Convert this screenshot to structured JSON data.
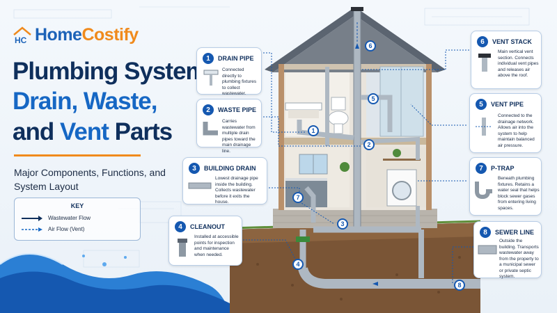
{
  "brand": {
    "name_part1": "Home",
    "name_part2": "Costify",
    "logo_letters": "HC"
  },
  "title": {
    "line1": "Plumbing System",
    "line2": "Drain, Waste,",
    "line3_a": "and ",
    "line3_b": "Vent",
    "line3_c": " Parts"
  },
  "subtitle": "Major Components, Functions, and System Layout",
  "key": {
    "title": "KEY",
    "items": [
      {
        "label": "Wastewater Flow"
      },
      {
        "label": "Air Flow (Vent)"
      }
    ]
  },
  "components": [
    {
      "num": "1",
      "title": "DRAIN PIPE",
      "desc": "Connected directly to plumbing fixtures to collect wastewater.",
      "icon": "sink-drain-icon"
    },
    {
      "num": "2",
      "title": "WASTE PIPE",
      "desc": "Carries wastewater from multiple drain pipes toward the main drainage line.",
      "icon": "elbow-pipe-icon"
    },
    {
      "num": "3",
      "title": "BUILDING DRAIN",
      "desc": "Lowest drainage pipe inside the building. Collects wastewater before it exits the house.",
      "icon": "horizontal-pipe-icon"
    },
    {
      "num": "4",
      "title": "CLEANOUT",
      "desc": "Installed at accessible points for inspection and maintenance when needed.",
      "icon": "cleanout-plug-icon"
    },
    {
      "num": "5",
      "title": "VENT PIPE",
      "desc": "Connected to the drainage network. Allows air into the system to help maintain balanced air pressure.",
      "icon": "vent-pipe-icon"
    },
    {
      "num": "6",
      "title": "VENT STACK",
      "desc": "Main vertical vent section. Connects individual vent pipes and releases air above the roof.",
      "icon": "vent-stack-icon"
    },
    {
      "num": "7",
      "title": "P-TRAP",
      "desc": "Beneath plumbing fixtures. Retains a water seal that helps block sewer gases from entering living spaces.",
      "icon": "p-trap-icon"
    },
    {
      "num": "8",
      "title": "SEWER LINE",
      "desc": "Outside the building. Transports wastewater away from the property to a municipal sewer or private septic system.",
      "icon": "sewer-pipe-icon"
    }
  ],
  "markers": [
    "1",
    "2",
    "3",
    "4",
    "5",
    "6",
    "7",
    "8"
  ],
  "colors": {
    "navy": "#0f2f5c",
    "accent_blue": "#1667c4",
    "accent_orange": "#f08a1c",
    "pipe": "#aeb8c2",
    "soil": "#6b4a2e"
  }
}
